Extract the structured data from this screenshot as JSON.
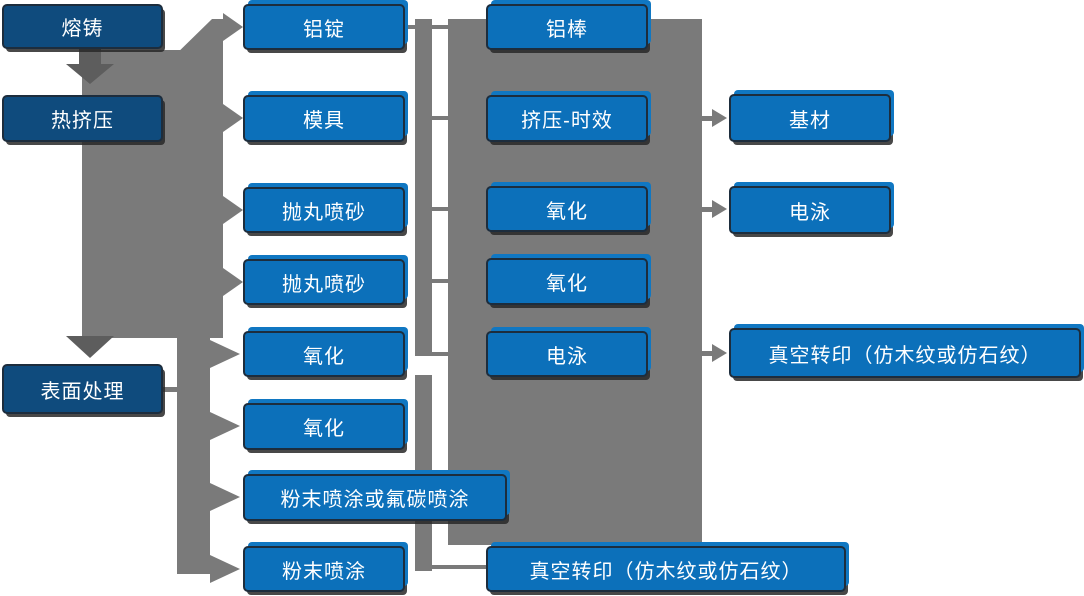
{
  "diagram_title": "",
  "colors": {
    "primary_blue": "#0c70ba",
    "primary_blue_shadow": "#1077c2",
    "dark_blue": "#0f4b7d",
    "connector_gray": "#7a7a7a",
    "connector_dark_gray": "#5d5d5d",
    "box_border": "#1d2d3d",
    "text": "#ffffff",
    "background": "#ffffff"
  },
  "nodes": [
    {
      "label": "熔铸",
      "column": 1
    },
    {
      "label": "热挤压",
      "column": 1
    },
    {
      "label": "表面处理",
      "column": 1
    },
    {
      "label": "铝锭",
      "column": 2
    },
    {
      "label": "模具",
      "column": 2
    },
    {
      "label": "抛丸喷砂",
      "column": 2
    },
    {
      "label": "抛丸喷砂",
      "column": 2
    },
    {
      "label": "氧化",
      "column": 2
    },
    {
      "label": "氧化",
      "column": 2
    },
    {
      "label": "粉末喷涂或氟碳喷涂",
      "column": 2
    },
    {
      "label": "粉末喷涂",
      "column": 2
    },
    {
      "label": "铝棒",
      "column": 3
    },
    {
      "label": "挤压-时效",
      "column": 3
    },
    {
      "label": "氧化",
      "column": 3
    },
    {
      "label": "氧化",
      "column": 3
    },
    {
      "label": "电泳",
      "column": 3
    },
    {
      "label": "真空转印（仿木纹或仿石纹）",
      "column": 3
    },
    {
      "label": "基材",
      "column": 4
    },
    {
      "label": "电泳",
      "column": 4
    },
    {
      "label": "真空转印（仿木纹或仿石纹）",
      "column": 4
    }
  ]
}
